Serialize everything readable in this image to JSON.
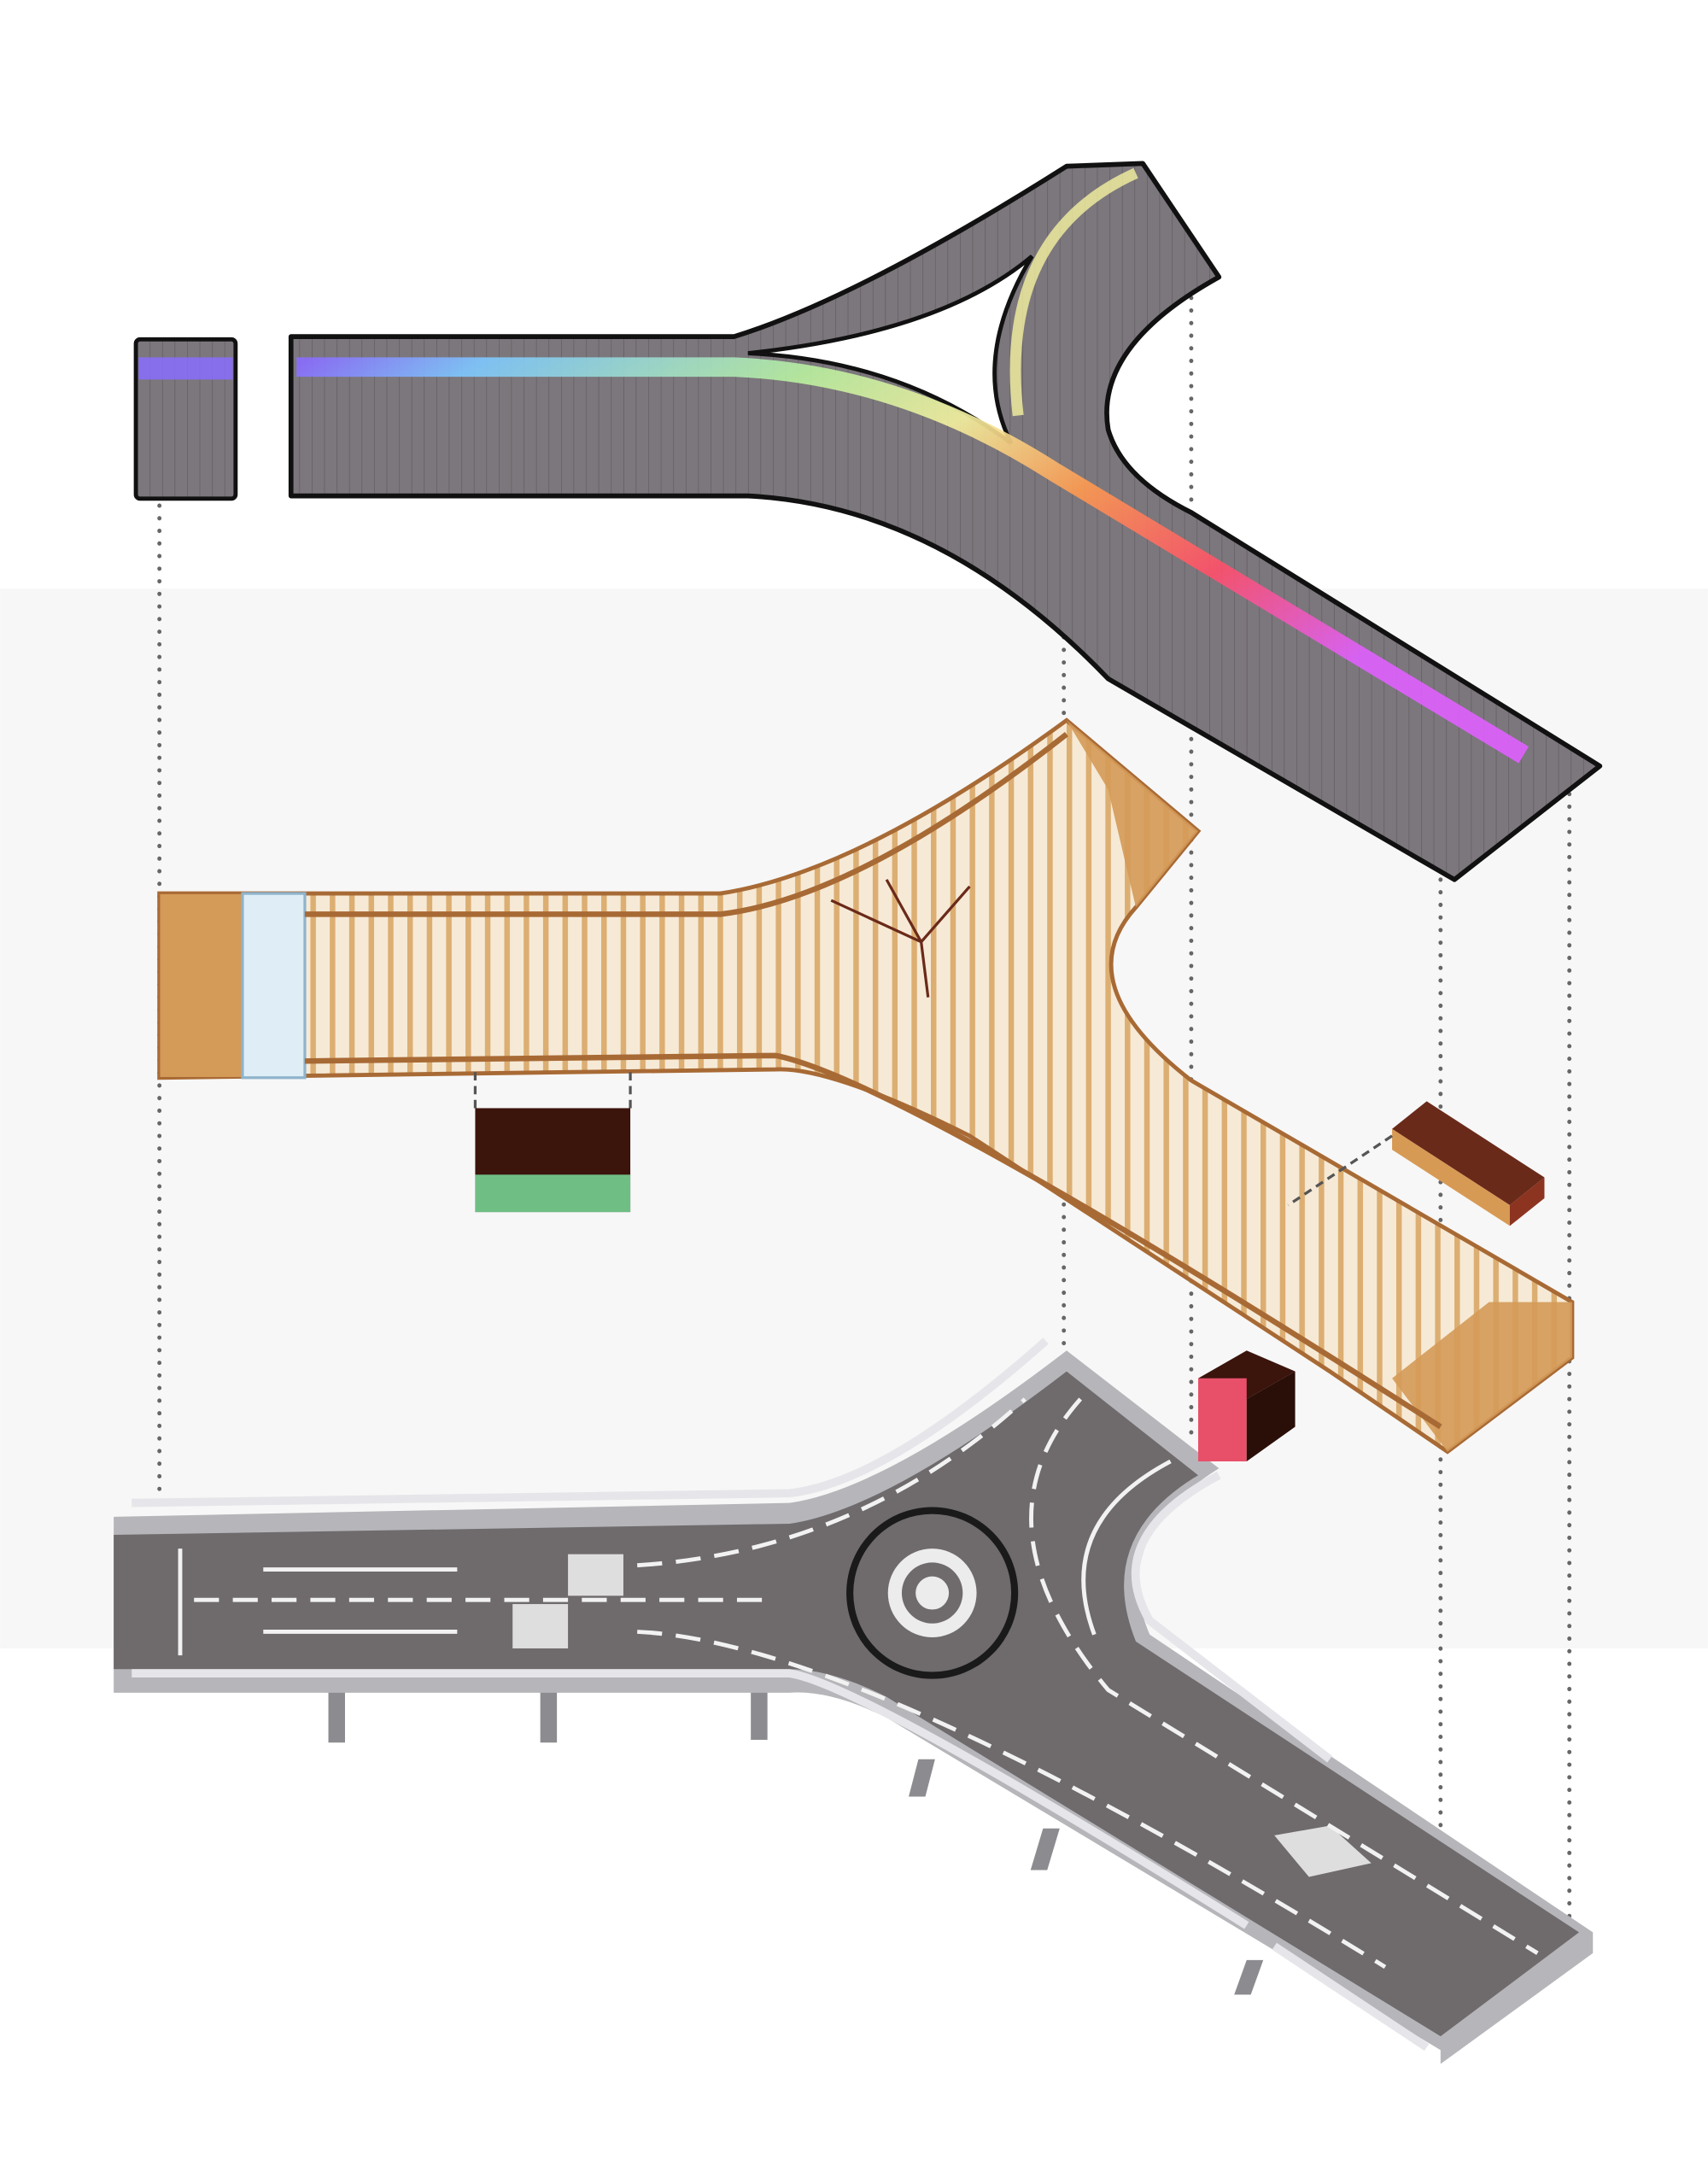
{
  "diagram": {
    "type": "exploded axonometric",
    "layers": [
      "roof",
      "timber-frame",
      "road-deck"
    ],
    "colors": {
      "background": "#ffffff",
      "band": "#f7f7f7",
      "roof": "#7c777c",
      "roof_edge": "#111111",
      "timber": "#dcae72",
      "timber_dark": "#a86a35",
      "road": "#6f6b6d",
      "road_edge": "#c9c9cd",
      "marking": "#f2f2f2",
      "dotted_line": "#666666",
      "gradient": [
        "#8a6cff",
        "#7ec8ff",
        "#b9f0a0",
        "#f4f1a0",
        "#ff9a50",
        "#ff4f6a",
        "#e060ff"
      ]
    }
  }
}
